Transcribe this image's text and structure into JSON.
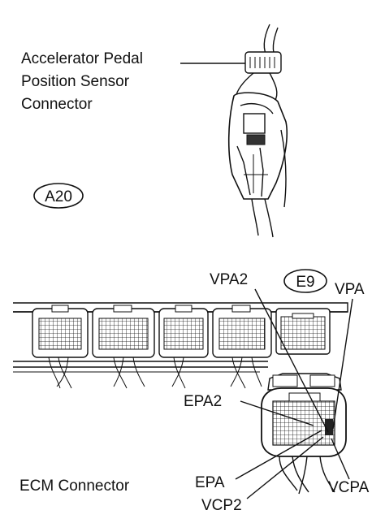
{
  "top_label": {
    "line1": "Accelerator Pedal",
    "line2": "Position Sensor",
    "line3": "Connector"
  },
  "top_badge": "A20",
  "bottom_badge": "E9",
  "pins": {
    "vpa2": "VPA2",
    "vpa": "VPA",
    "epa2": "EPA2",
    "epa": "EPA",
    "vcp2": "VCP2",
    "vcpa": "VCPA"
  },
  "ecm_label": "ECM Connector"
}
